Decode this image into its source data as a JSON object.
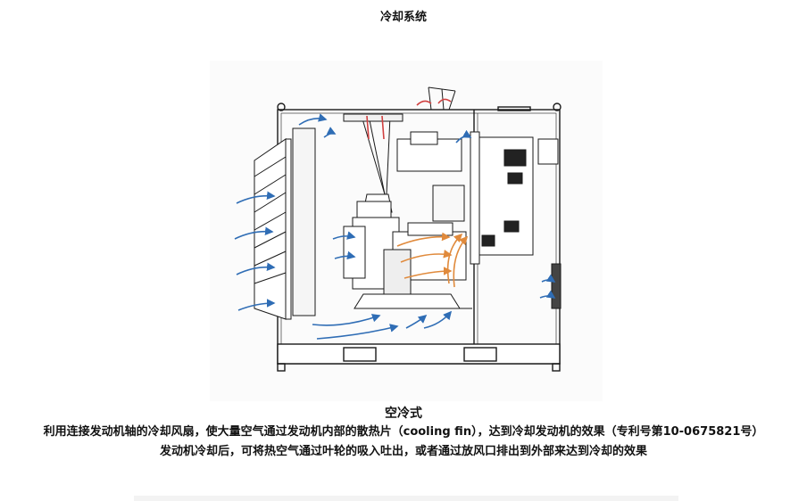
{
  "page": {
    "title": "冷却系统"
  },
  "figure": {
    "caption": "空冷式",
    "colors": {
      "line": "#1a1a1a",
      "cool_air": "#2f6db5",
      "hot_air": "#e08a3c",
      "background": "#fbfbfb"
    }
  },
  "description": {
    "line1": "利用连接发动机轴的冷却风扇，使大量空气通过发动机内部的散热片（cooling fin），达到冷却发动机的效果（专利号第10-0675821号）",
    "line2": "发动机冷却后，可将热空气通过叶轮的吸入吐出，或者通过放风口排出到外部来达到冷却的效果"
  }
}
